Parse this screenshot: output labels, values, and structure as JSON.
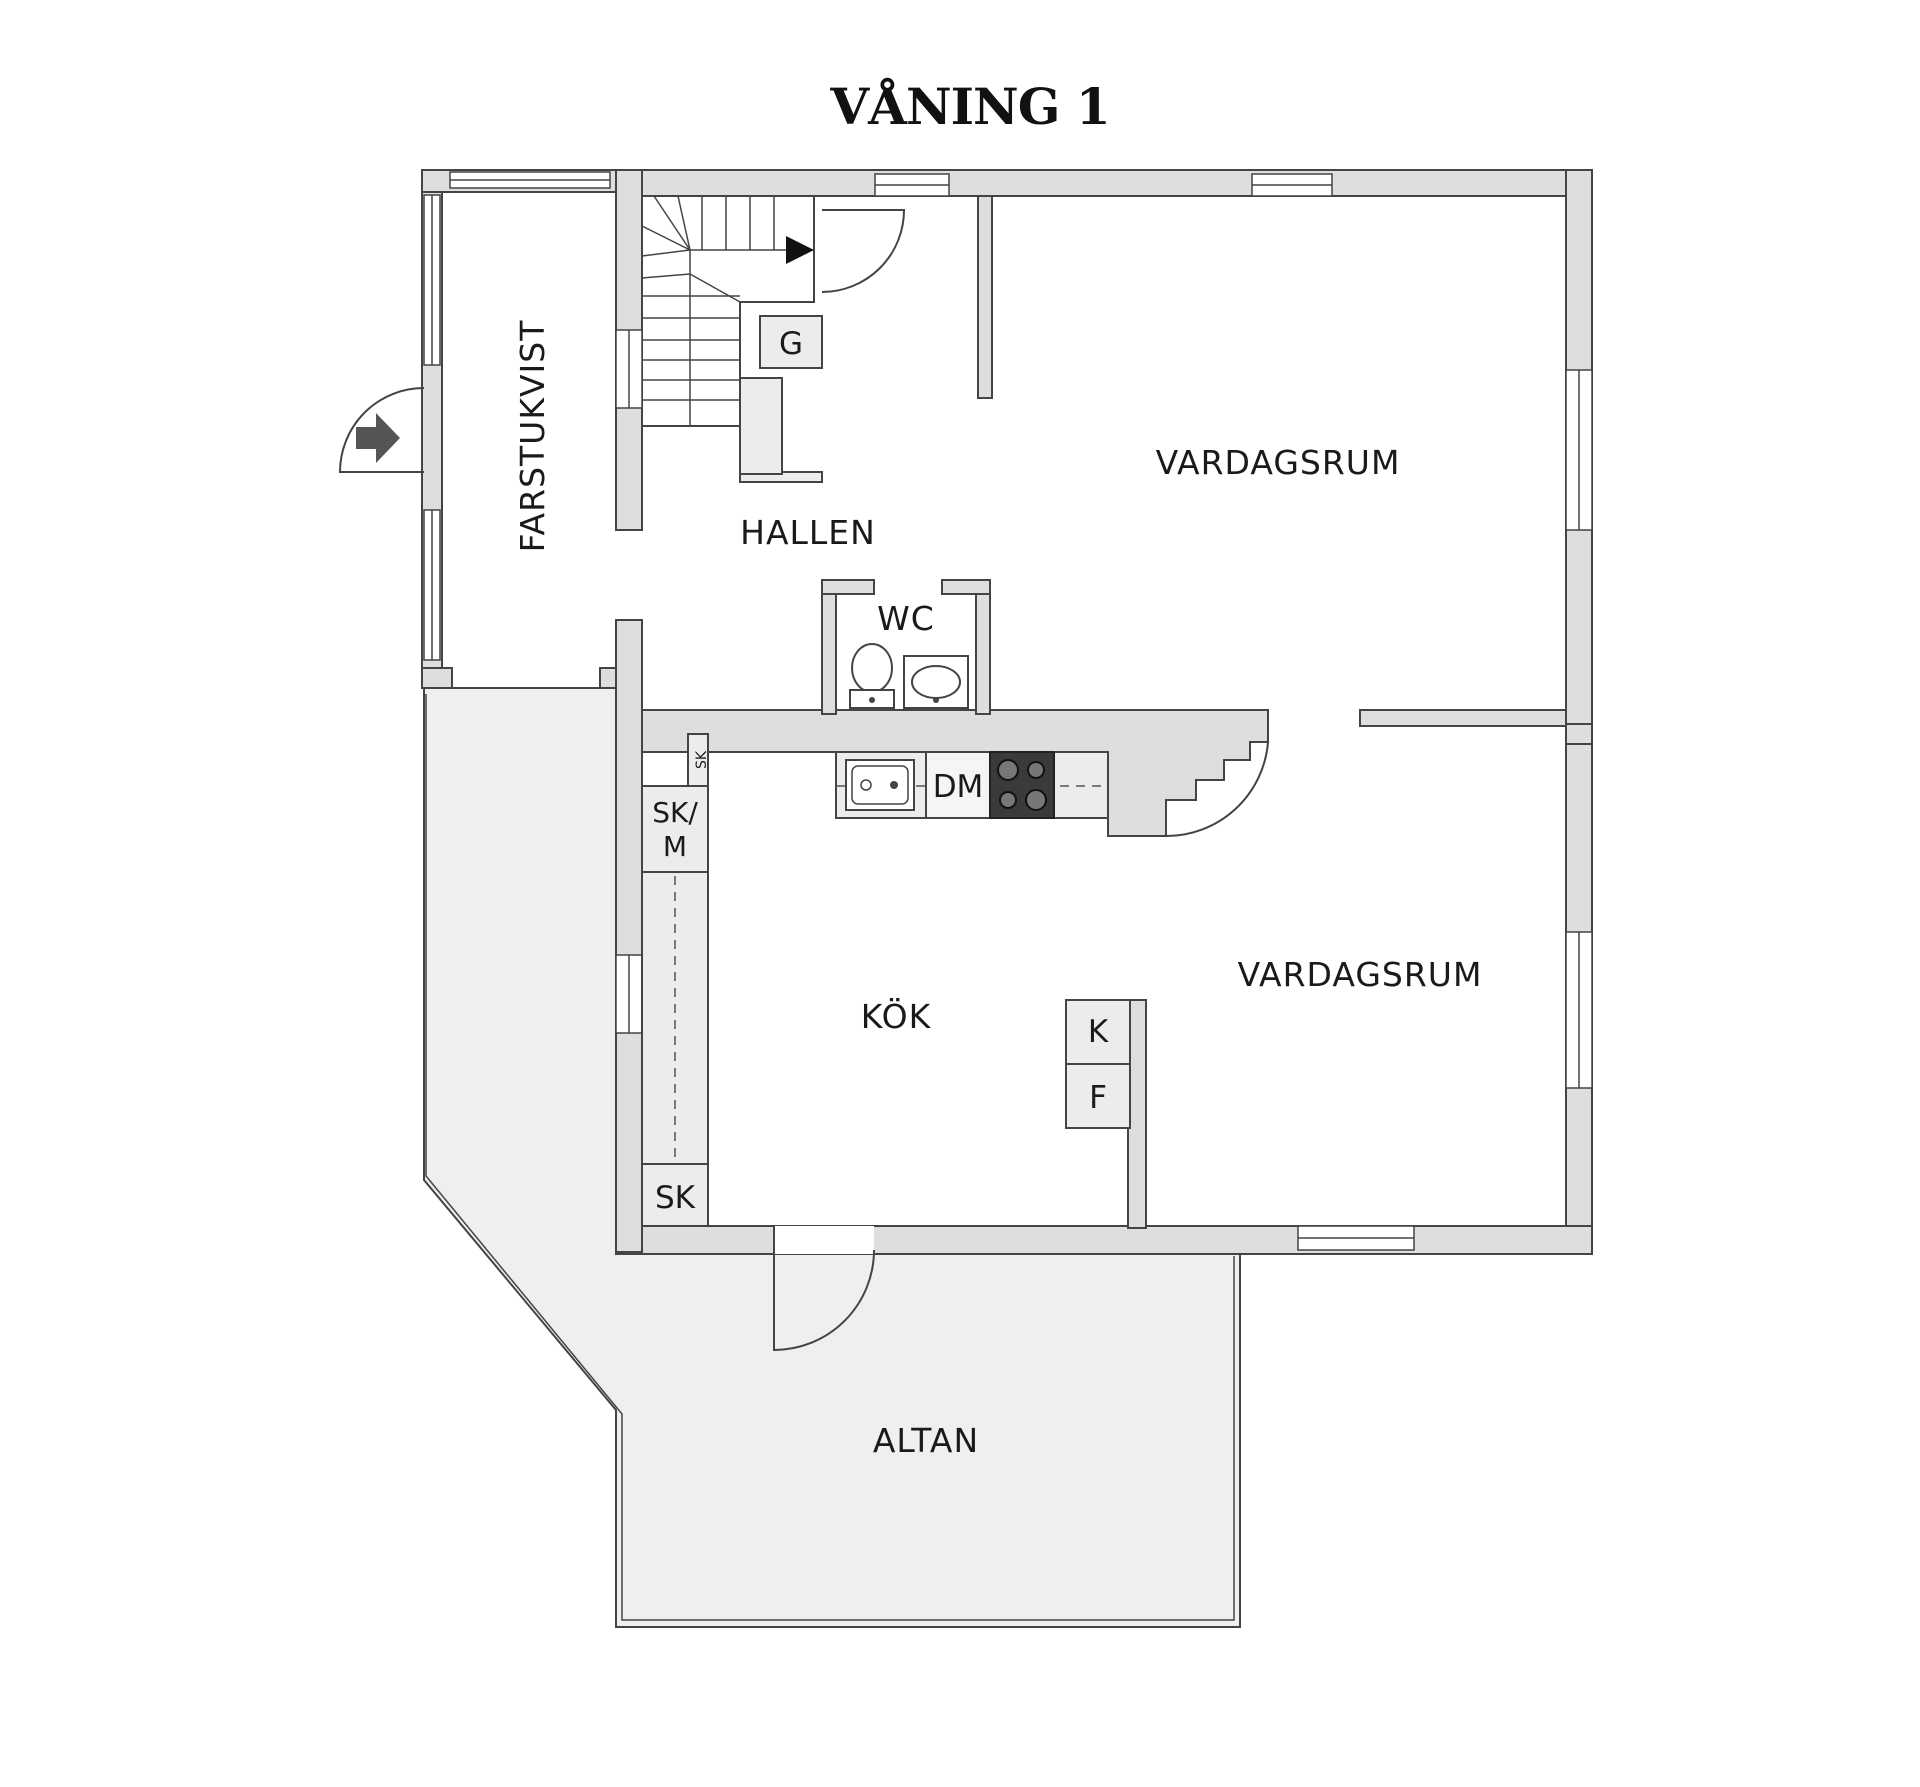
{
  "title": "VÅNING 1",
  "rooms": {
    "farstukvist": "FARSTUKVIST",
    "hallen": "HALLEN",
    "wc": "WC",
    "vardagsrum_upper": "VARDAGSRUM",
    "vardagsrum_lower": "VARDAGSRUM",
    "kok": "KÖK",
    "altan": "ALTAN"
  },
  "fixtures": {
    "g": "G",
    "dm": "DM",
    "sk_small": "SK",
    "sk_m_line1": "SK/",
    "sk_m_line2": "M",
    "sk_bottom": "SK",
    "k": "K",
    "f": "F"
  },
  "colors": {
    "wall_fill": "#dedede",
    "outline": "#444444",
    "terrace_fill": "#efefef",
    "stove": "#3a3a3a",
    "arrow": "#555555"
  },
  "icons": {
    "entry": "arrow-right-icon",
    "stairs_direction": "arrow-right-icon",
    "toilet": "toilet-icon",
    "washbasin": "washbasin-icon",
    "sink": "sink-icon",
    "stove": "stove-icon"
  }
}
